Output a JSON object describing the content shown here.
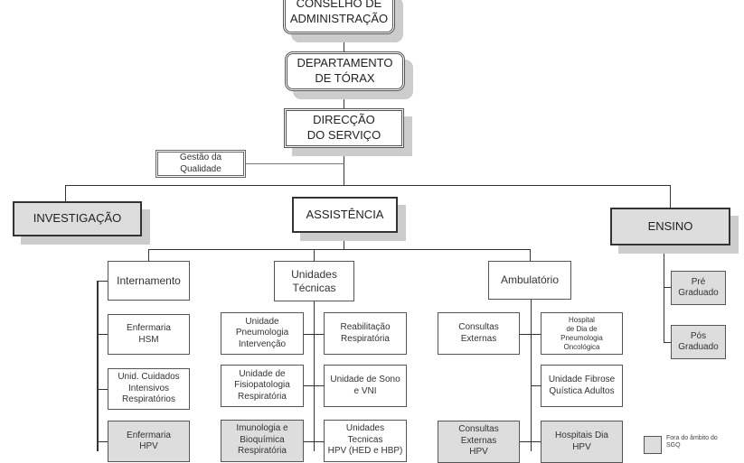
{
  "top": {
    "conselho": "CONSELHO DE\nADMINISTRAÇÃO",
    "departamento": "DEPARTAMENTO\nDE TÓRAX",
    "direccao": "DIRECÇÃO\nDO SERVIÇO",
    "gestao": "Gestão da\nQualidade"
  },
  "areas": {
    "investigacao": "INVESTIGAÇÃO",
    "assistencia": "ASSISTÊNCIA",
    "ensino": "ENSINO"
  },
  "assistencia": {
    "internamento": "Internamento",
    "unidades": "Unidades\nTécnicas",
    "ambulatorio": "Ambulatório"
  },
  "internamento": [
    "Enfermaria\nHSM",
    "Unid. Cuidados\nIntensivos\nRespiratórios",
    "Enfermaria\nHPV"
  ],
  "unidades": [
    "Unidade\nPneumologia\nIntervenção",
    "Reabilitação\nRespiratória",
    "Unidade de\nFisiopatologia\nRespiratória",
    "Unidade de Sono\ne VNI",
    "Imunologia e\nBioquímica\nRespiratória",
    "Unidades\nTecnicas\nHPV (HED e HBP)"
  ],
  "ambulatorio": [
    "Consultas\nExternas",
    "Hospital\nde Dia de\nPneumologia\nOncológica",
    "Unidade Fibrose\nQuística Adultos",
    "Consultas\nExternas\nHPV",
    "Hospitais Dia\nHPV"
  ],
  "ensino": [
    "Pré\nGraduado",
    "Pós\nGraduado"
  ],
  "legend": "Fora do âmbito do\nSGQ"
}
